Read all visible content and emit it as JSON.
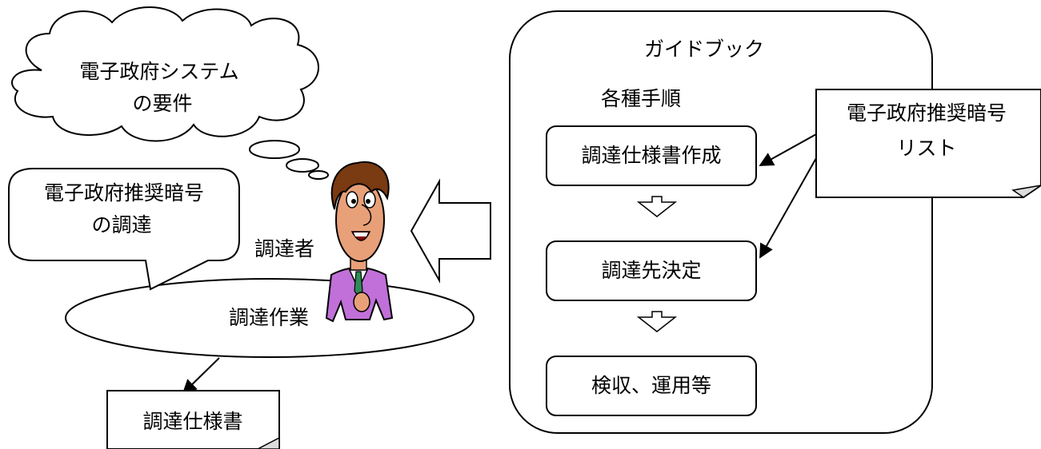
{
  "cloud": {
    "line1": "電子政府システム",
    "line2": "の要件"
  },
  "speech": {
    "line1": "電子政府推奨暗号",
    "line2": "の調達"
  },
  "person": {
    "label": "調達者"
  },
  "task": {
    "label": "調達作業"
  },
  "output": {
    "label": "調達仕様書"
  },
  "guidebook": {
    "title": "ガイドブック",
    "subtitle": "各種手順",
    "steps": [
      "調達仕様書作成",
      "調達先決定",
      "検収、運用等"
    ]
  },
  "list_doc": {
    "line1": "電子政府推奨暗号",
    "line2": "リスト"
  }
}
